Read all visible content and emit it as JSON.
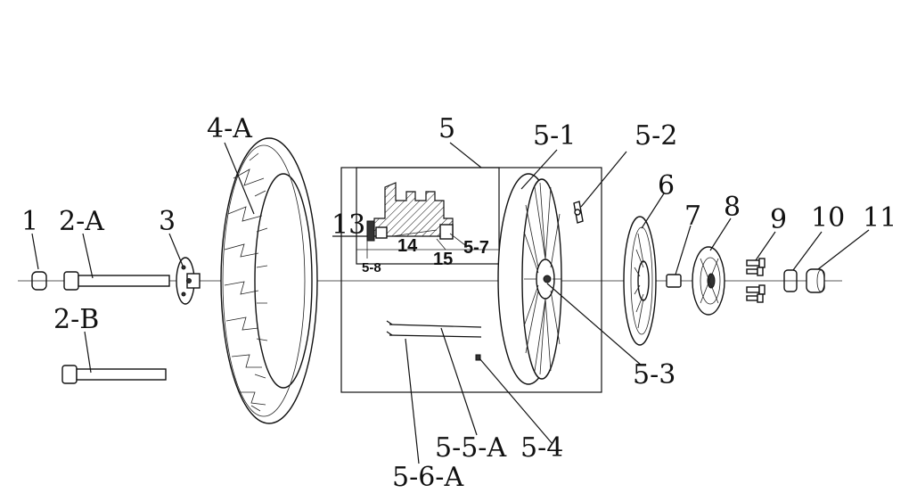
{
  "diagram": {
    "labels": {
      "p1": "1",
      "p2a": "2-A",
      "p2b": "2-B",
      "p3": "3",
      "p4a": "4-A",
      "p5": "5",
      "p5_1": "5-1",
      "p5_2": "5-2",
      "p5_3": "5-3",
      "p5_4": "5-4",
      "p5_5a": "5-5-A",
      "p5_6a": "5-6-A",
      "p6": "6",
      "p7": "7",
      "p8": "8",
      "p9": "9",
      "p10": "10",
      "p11": "11",
      "p13": "13",
      "p14": "14",
      "p15": "15",
      "p5_7": "5-7",
      "p5_8": "5-8"
    }
  }
}
